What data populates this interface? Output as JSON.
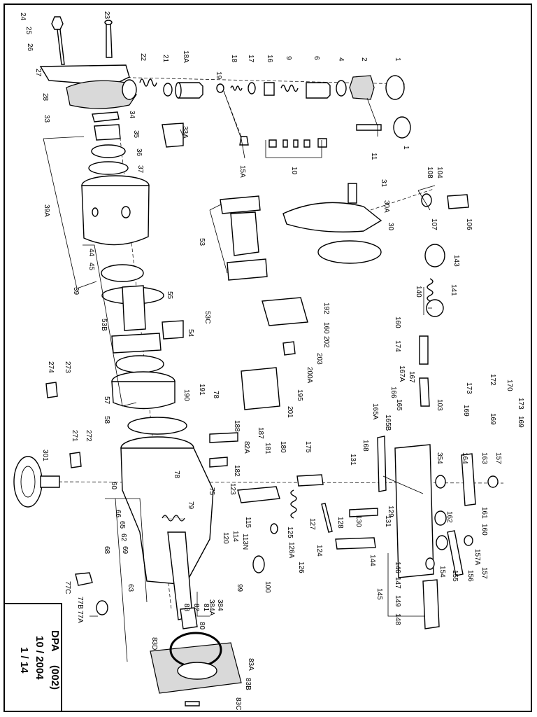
{
  "title_block": {
    "model": "DPA",
    "variant": "(002)",
    "date": "10 / 2004",
    "sheet": "1 / 14"
  },
  "callouts": {
    "c1": "1",
    "c1b": "1",
    "c2": "2",
    "c4": "4",
    "c6": "6",
    "c9": "9",
    "c10": "10",
    "c11": "11",
    "c15a": "15A",
    "c16": "16",
    "c17": "17",
    "c18": "18",
    "c18a": "18A",
    "c19": "19",
    "c21": "21",
    "c22": "22",
    "c23": "23",
    "c24": "24",
    "c25": "25",
    "c26": "26",
    "c27": "27",
    "c28": "28",
    "c30": "30",
    "c30a": "30A",
    "c31": "31",
    "c33": "33",
    "c33a": "33A",
    "c34": "34",
    "c35": "35",
    "c36": "36",
    "c37": "37",
    "c39": "39",
    "c39a": "39A",
    "c44": "44",
    "c45": "45",
    "c53": "53",
    "c53b": "53B",
    "c53c": "53C",
    "c54": "54",
    "c55": "55",
    "c57": "57",
    "c58": "58",
    "c60": "60",
    "c62": "62",
    "c63": "63",
    "c65": "65",
    "c66": "66",
    "c68": "68",
    "c69": "69",
    "c75": "75",
    "c77a": "77A",
    "c77b": "77B",
    "c77c": "77C",
    "c78": "78",
    "c78b": "78",
    "c79": "79",
    "c80": "80",
    "c81": "81",
    "c82": "82",
    "c82a": "82A",
    "c83": "83",
    "c83a": "83A",
    "c83b": "83B",
    "c83c": "83C",
    "c83d": "83D",
    "c99": "99",
    "c100": "100",
    "c103": "103",
    "c104": "104",
    "c106": "106",
    "c107": "107",
    "c108": "108",
    "c113n": "113N",
    "c114": "114",
    "c115": "115",
    "c120": "120",
    "c123": "123",
    "c124": "124",
    "c125": "125",
    "c126": "126",
    "c126a": "126A",
    "c127": "127",
    "c128": "128",
    "c129": "129",
    "c130": "130",
    "c131": "131",
    "c131b": "131",
    "c140": "140",
    "c141": "141",
    "c143": "143",
    "c144": "144",
    "c145": "145",
    "c146": "146",
    "c147": "147",
    "c148": "148",
    "c149": "149",
    "c154": "154",
    "c155": "155",
    "c156": "156",
    "c157": "157",
    "c157a": "157A",
    "c157b": "157",
    "c160": "160",
    "c160b": "160",
    "c160c": "160",
    "c161": "161",
    "c162": "162",
    "c163": "163",
    "c164": "164",
    "c165": "165",
    "c165a": "165A",
    "c165b": "165B",
    "c166": "166",
    "c167": "167",
    "c167a": "167A",
    "c168": "168",
    "c169": "169",
    "c169b": "169",
    "c169c": "169",
    "c170": "170",
    "c172": "172",
    "c173": "173",
    "c173b": "173",
    "c174": "174",
    "c175": "175",
    "c180": "180",
    "c181": "181",
    "c182": "182",
    "c187": "187",
    "c188": "188",
    "c190": "190",
    "c191": "191",
    "c192": "192",
    "c195": "195",
    "c200a": "200A",
    "c201": "201",
    "c202": "202",
    "c203": "203",
    "c271": "271",
    "c272": "272",
    "c273": "273",
    "c274": "274",
    "c301": "301",
    "c354": "354",
    "c384": "384",
    "c384a": "384A"
  }
}
